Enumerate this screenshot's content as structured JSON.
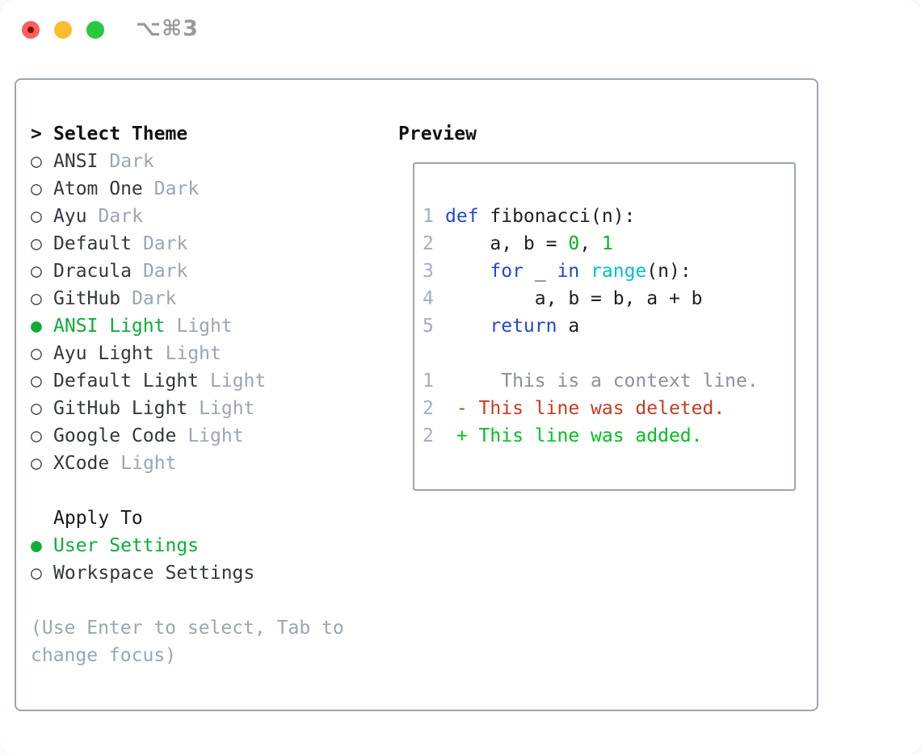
{
  "titlebar": {
    "shortcut": "⌥⌘3"
  },
  "colors": {
    "selection_green": "#0cae38",
    "keyword_blue": "#2546cf",
    "builtin_cyan": "#00c2c7",
    "number_green": "#00b41e",
    "diff_added_green": "#00c122",
    "diff_deleted_red": "#c63b22",
    "muted_gray": "#9aa6b4",
    "panel_border_gray": "#9da5af",
    "window_button_red": "#ff5f57",
    "window_button_yellow": "#febc2e",
    "window_button_green": "#28c840"
  },
  "theme_panel": {
    "header": {
      "prompt": ">",
      "label": "Select Theme"
    },
    "themes": [
      {
        "marker": "○",
        "name": "ANSI",
        "variant": "Dark",
        "selected": false
      },
      {
        "marker": "○",
        "name": "Atom One",
        "variant": "Dark",
        "selected": false
      },
      {
        "marker": "○",
        "name": "Ayu",
        "variant": "Dark",
        "selected": false
      },
      {
        "marker": "○",
        "name": "Default",
        "variant": "Dark",
        "selected": false
      },
      {
        "marker": "○",
        "name": "Dracula",
        "variant": "Dark",
        "selected": false
      },
      {
        "marker": "○",
        "name": "GitHub",
        "variant": "Dark",
        "selected": false
      },
      {
        "marker": "●",
        "name": "ANSI Light",
        "variant": "Light",
        "selected": true
      },
      {
        "marker": "○",
        "name": "Ayu Light",
        "variant": "Light",
        "selected": false
      },
      {
        "marker": "○",
        "name": "Default Light",
        "variant": "Light",
        "selected": false
      },
      {
        "marker": "○",
        "name": "GitHub Light",
        "variant": "Light",
        "selected": false
      },
      {
        "marker": "○",
        "name": "Google Code",
        "variant": "Light",
        "selected": false
      },
      {
        "marker": "○",
        "name": "XCode",
        "variant": "Light",
        "selected": false
      }
    ],
    "apply_header": "Apply To",
    "apply_options": [
      {
        "marker": "●",
        "label": "User Settings",
        "selected": true
      },
      {
        "marker": "○",
        "label": "Workspace Settings",
        "selected": false
      }
    ],
    "hint": "(Use Enter to select, Tab to change focus)"
  },
  "preview": {
    "header": "Preview",
    "code_lines": [
      {
        "num": "1",
        "tokens": [
          {
            "t": "def",
            "c": "kw"
          },
          {
            "t": " fibonacci(n):",
            "c": "fg"
          }
        ]
      },
      {
        "num": "2",
        "tokens": [
          {
            "t": "    a, b = ",
            "c": "fg"
          },
          {
            "t": "0",
            "c": "num"
          },
          {
            "t": ", ",
            "c": "fg"
          },
          {
            "t": "1",
            "c": "num"
          }
        ]
      },
      {
        "num": "3",
        "tokens": [
          {
            "t": "    ",
            "c": "fg"
          },
          {
            "t": "for",
            "c": "kw"
          },
          {
            "t": " _ ",
            "c": "fg"
          },
          {
            "t": "in",
            "c": "kw"
          },
          {
            "t": " ",
            "c": "fg"
          },
          {
            "t": "range",
            "c": "fn"
          },
          {
            "t": "(n):",
            "c": "fg"
          }
        ]
      },
      {
        "num": "4",
        "tokens": [
          {
            "t": "        a, b = b, a + b",
            "c": "fg"
          }
        ]
      },
      {
        "num": "5",
        "tokens": [
          {
            "t": "    ",
            "c": "fg"
          },
          {
            "t": "return",
            "c": "kw"
          },
          {
            "t": " a",
            "c": "fg"
          }
        ]
      },
      {
        "num": "",
        "tokens": []
      },
      {
        "num": "1",
        "tokens": [
          {
            "t": "     This is a context line.",
            "c": "ctx"
          }
        ]
      },
      {
        "num": "2",
        "tokens": [
          {
            "t": " - This line was deleted.",
            "c": "del"
          }
        ]
      },
      {
        "num": "2",
        "tokens": [
          {
            "t": " + This line was added.",
            "c": "add"
          }
        ]
      }
    ]
  }
}
